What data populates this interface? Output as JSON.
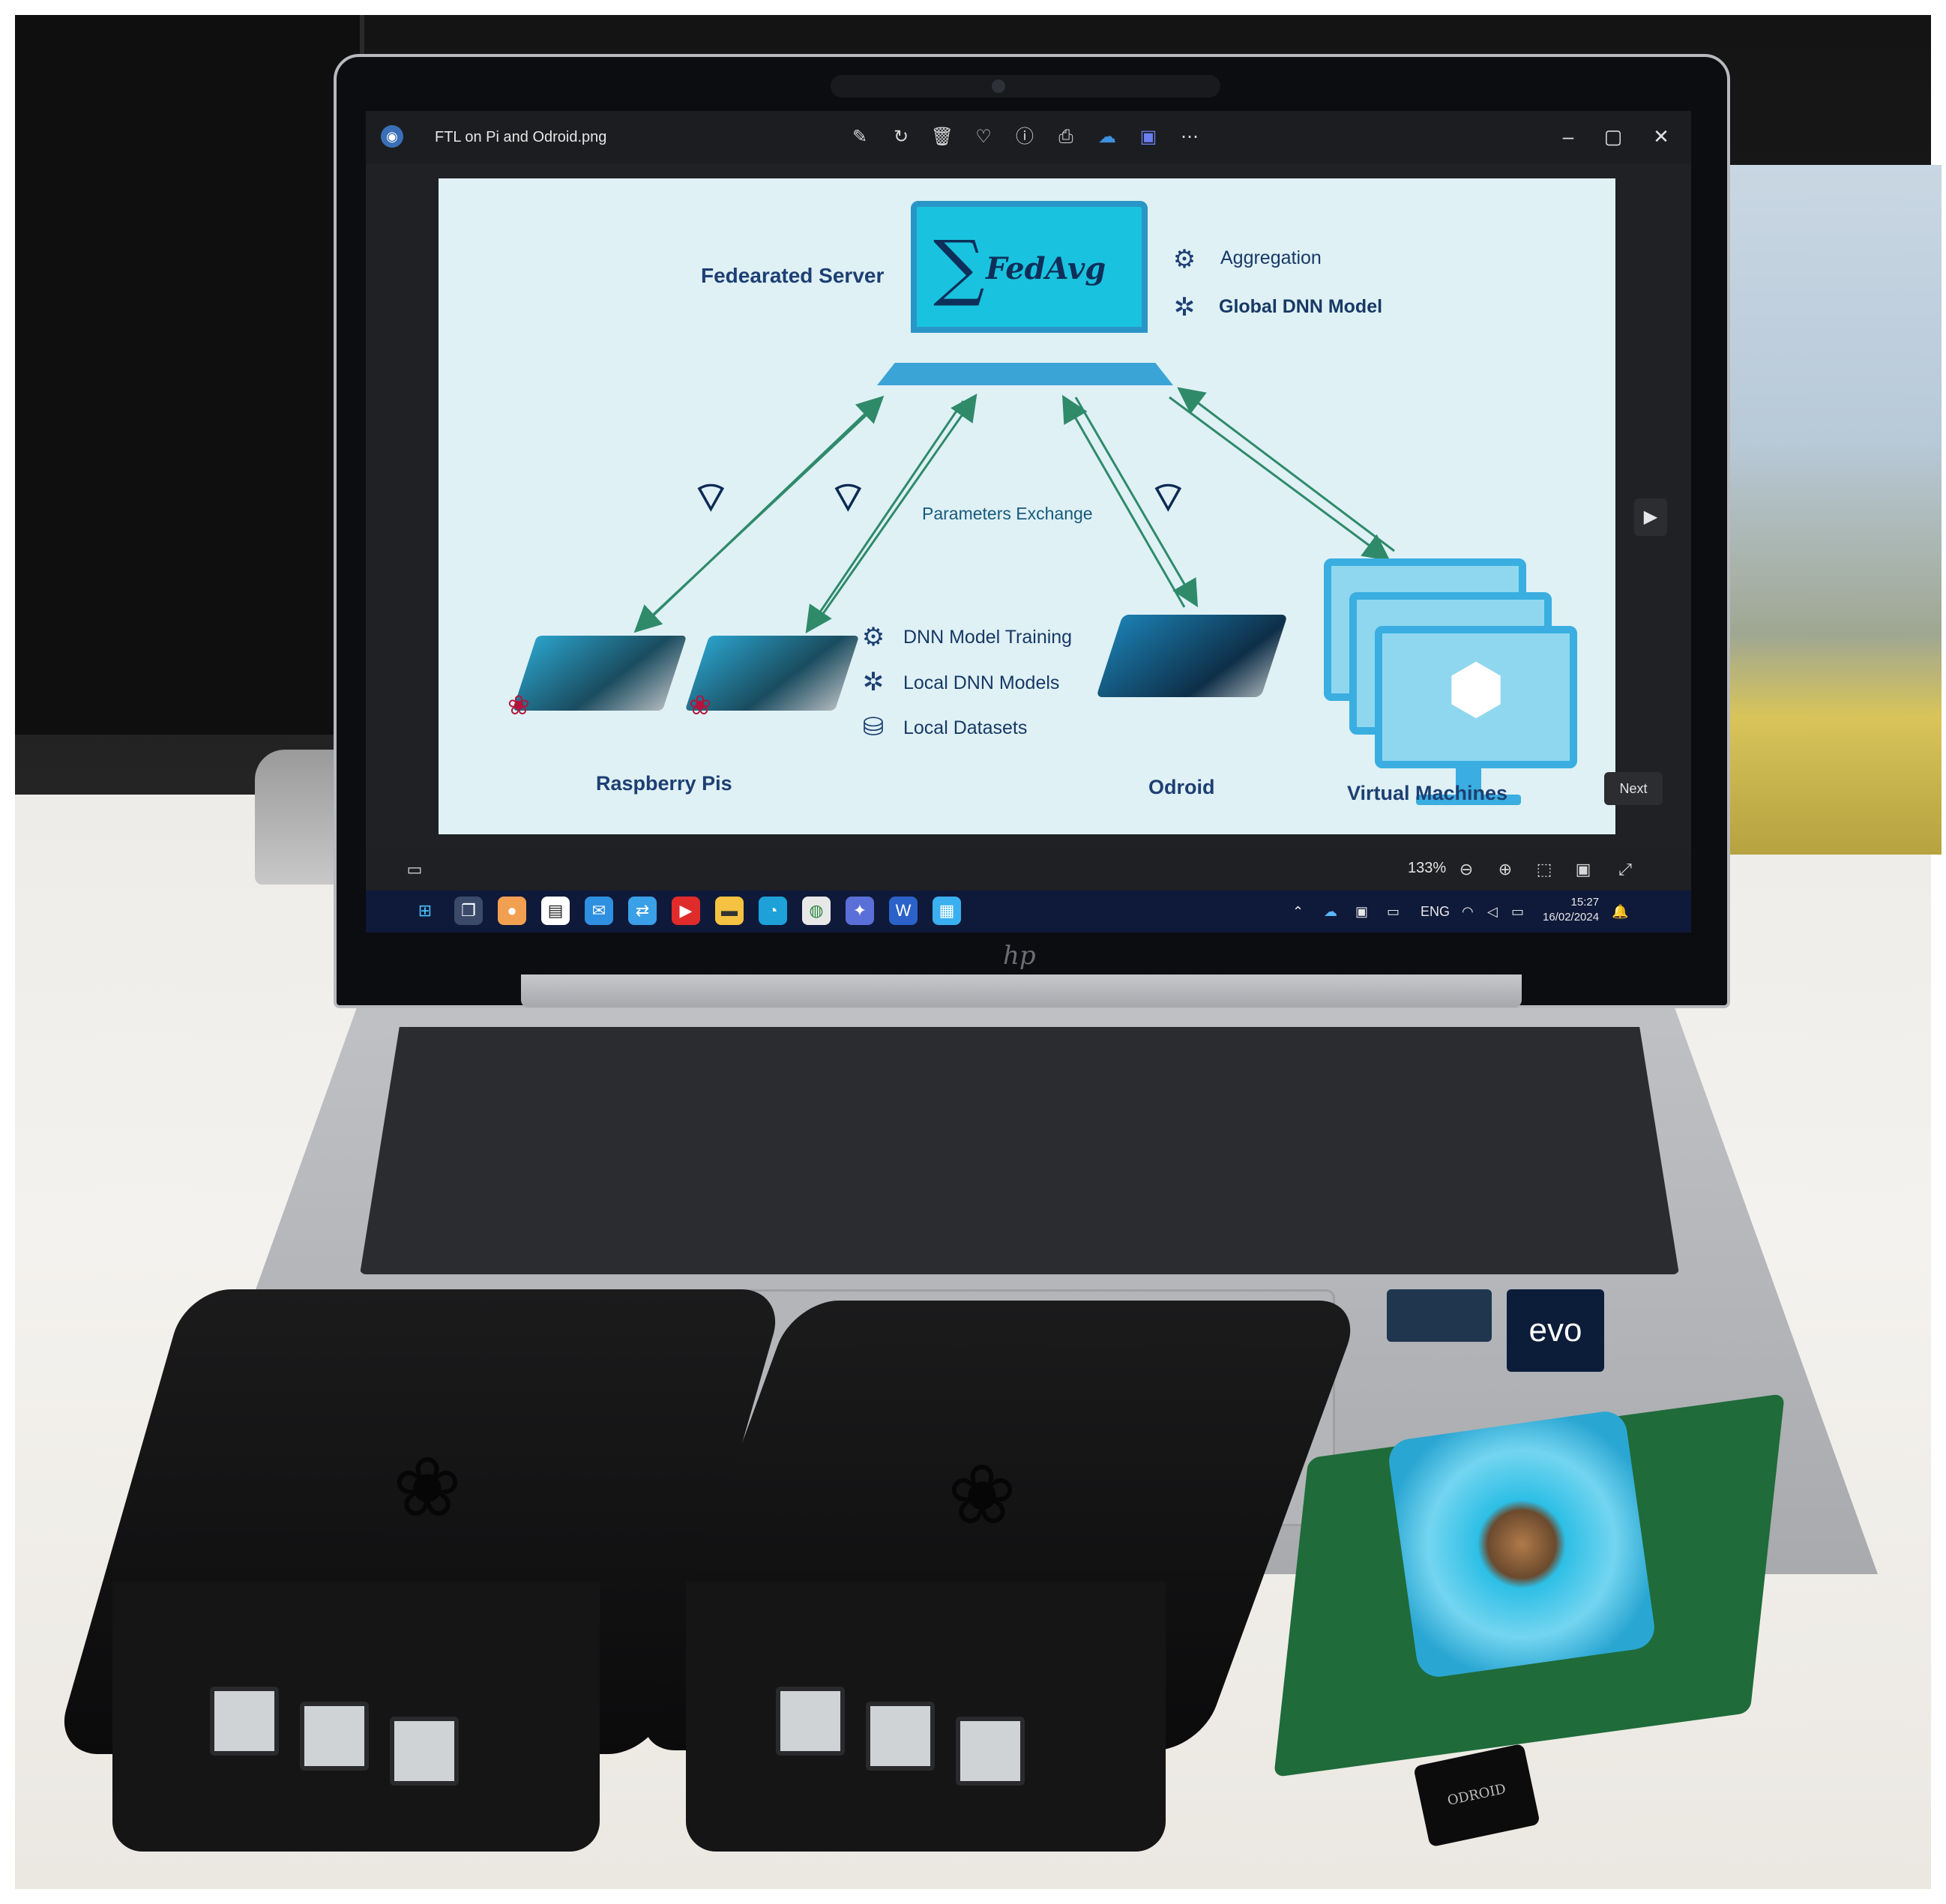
{
  "window": {
    "file_title": "FTL on Pi and Odroid.png",
    "zoom_level": "133%",
    "next_label": "Next",
    "toolbar_icons": [
      "edit-icon",
      "rotate-icon",
      "delete-icon",
      "favorite-icon",
      "info-icon",
      "print-icon",
      "onedrive-icon",
      "clipchamp-icon",
      "more-icon"
    ],
    "window_controls": [
      "minimize-icon",
      "maximize-icon",
      "close-icon"
    ]
  },
  "taskbar": {
    "language": "ENG",
    "time": "15:27",
    "date": "16/02/2024"
  },
  "slide": {
    "server_label": "Fedearated Server",
    "fedavg_symbol": "∑",
    "fedavg_text": "FedAvg",
    "server_legend": [
      {
        "icon": "gears-icon",
        "label": "Aggregation"
      },
      {
        "icon": "neural-network-icon",
        "label": "Global DNN Model"
      }
    ],
    "exchange_label": "Parameters Exchange",
    "client_legend": [
      {
        "icon": "gears-icon",
        "label": "DNN Model Training"
      },
      {
        "icon": "neural-network-icon",
        "label": "Local DNN Models"
      },
      {
        "icon": "database-icon",
        "label": "Local Datasets"
      }
    ],
    "devices": [
      {
        "label": "Raspberry Pis"
      },
      {
        "label": "Odroid"
      },
      {
        "label": "Virtual Machines"
      }
    ]
  },
  "photo": {
    "dongle_text": "ODROID",
    "sticker_text": "evo"
  }
}
